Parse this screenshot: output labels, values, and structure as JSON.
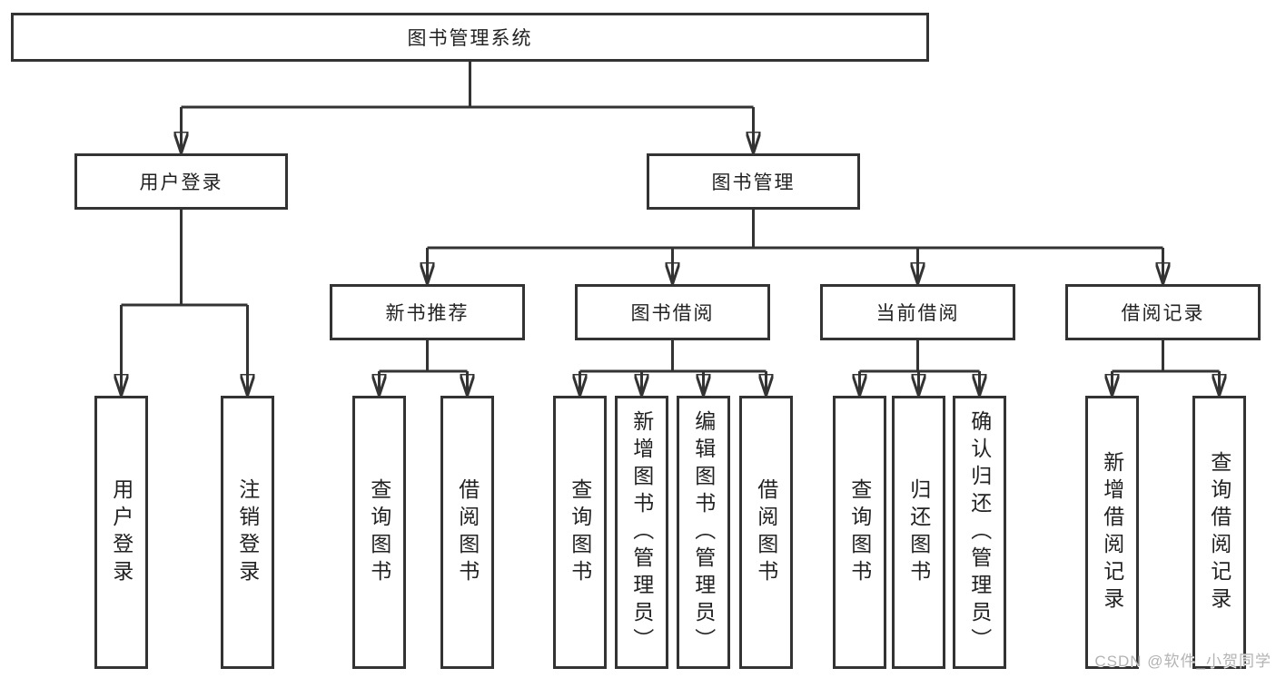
{
  "watermark": {
    "text": "CSDN @软件_小贺同学"
  },
  "colors": {
    "line": "#333333",
    "box_border": "#333333",
    "text": "#222222",
    "watermark": "#b3b3b3",
    "background": "#ffffff"
  },
  "tree": {
    "label": "图书管理系统",
    "children": [
      {
        "label": "用户登录",
        "children": [
          {
            "label": "用户登录"
          },
          {
            "label": "注销登录"
          }
        ]
      },
      {
        "label": "图书管理",
        "children": [
          {
            "label": "新书推荐",
            "children": [
              {
                "label": "查询图书"
              },
              {
                "label": "借阅图书"
              }
            ]
          },
          {
            "label": "图书借阅",
            "children": [
              {
                "label": "查询图书"
              },
              {
                "label": "新增图书（管理员）"
              },
              {
                "label": "编辑图书（管理员）"
              },
              {
                "label": "借阅图书"
              }
            ]
          },
          {
            "label": "当前借阅",
            "children": [
              {
                "label": "查询图书"
              },
              {
                "label": "归还图书"
              },
              {
                "label": "确认归还（管理员）"
              }
            ]
          },
          {
            "label": "借阅记录",
            "children": [
              {
                "label": "新增借阅记录"
              },
              {
                "label": "查询借阅记录"
              }
            ]
          }
        ]
      }
    ]
  }
}
